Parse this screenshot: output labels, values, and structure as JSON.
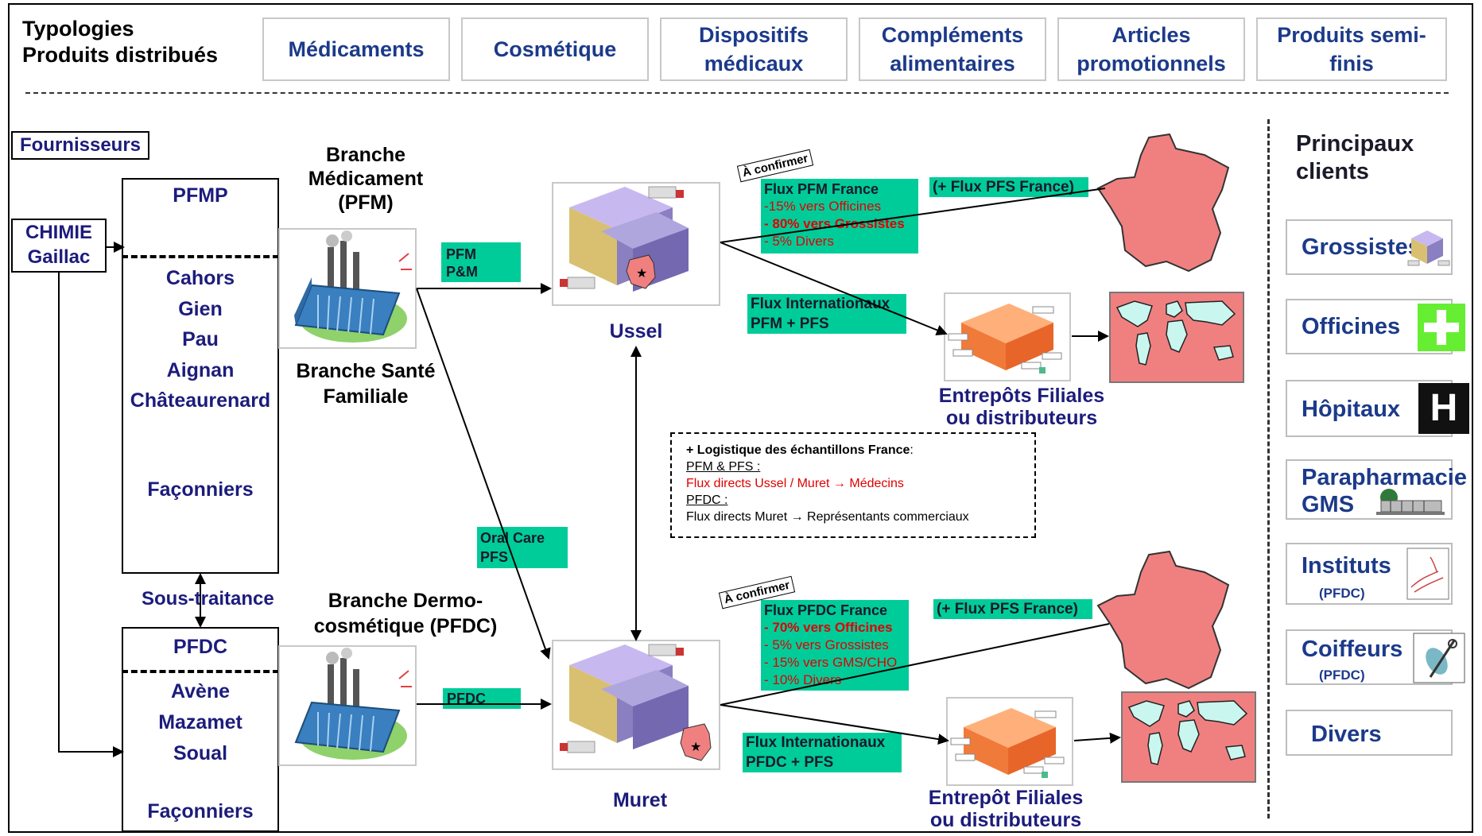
{
  "header": {
    "title_line1": "Typologies",
    "title_line2": "Produits distribués",
    "categories": [
      "Médicaments",
      "Cosmétique",
      "Dispositifs\nmédicaux",
      "Compléments\nalimentaires",
      "Articles\npromotionnels",
      "Produits semi-finis"
    ]
  },
  "suppliers": {
    "label": "Fournisseurs",
    "chimie_line1": "CHIMIE",
    "chimie_line2": "Gaillac",
    "pfmp": "PFMP",
    "pfmp_sites": [
      "Cahors",
      "Gien",
      "Pau",
      "Aignan",
      "Châteaurenard"
    ],
    "faconniers": "Façonniers",
    "sous_traitance": "Sous-traitance",
    "pfdc": "PFDC",
    "pfdc_sites": [
      "Avène",
      "Mazamet",
      "Soual"
    ]
  },
  "branches": {
    "pfm_line1": "Branche",
    "pfm_line2": "Médicament",
    "pfm_line3": "(PFM)",
    "pfs_line1": "Branche Santé",
    "pfs_line2": "Familiale",
    "pfdc_line1": "Branche Dermo-",
    "pfdc_line2": "cosmétique (PFDC)"
  },
  "flow_tags": {
    "pfm_pm_line1": "PFM",
    "pfm_pm_line2": "P&M",
    "oral_care_line1": "Oral Care",
    "oral_care_line2": "PFS",
    "pfdc": "PFDC"
  },
  "warehouses": {
    "ussel": "Ussel",
    "muret": "Muret"
  },
  "ussel_flows": {
    "a_confirmer": "À confirmer",
    "france_title": "Flux PFM France",
    "france_lines": [
      "-15% vers Officines",
      "- 80% vers Grossistes",
      "- 5% Divers"
    ],
    "pfs_france": "(+ Flux PFS France)",
    "intl_line1": "Flux Internationaux",
    "intl_line2": "PFM + PFS",
    "entrepots_line1": "Entrepôts Filiales",
    "entrepots_line2": "ou distributeurs"
  },
  "muret_flows": {
    "a_confirmer": "À confirmer",
    "france_title": "Flux PFDC France",
    "france_lines": [
      "- 70% vers Officines",
      "- 5% vers Grossistes",
      "- 15% vers GMS/CHO",
      "- 10% Divers"
    ],
    "pfs_france": "(+ Flux PFS France)",
    "intl_line1": "Flux Internationaux",
    "intl_line2": "PFDC + PFS",
    "entrepot_line1": "Entrepôt Filiales",
    "entrepot_line2": "ou distributeurs"
  },
  "samples_note": {
    "title": "+ Logistique des échantillons France",
    "colon": ":",
    "pfm_pfs": "PFM & PFS :",
    "pfm_pfs_text": "Flux directs Ussel / Muret → Médecins",
    "pfdc": "PFDC :",
    "pfdc_text": "Flux directs Muret → Représentants commerciaux"
  },
  "clients": {
    "title_line1": "Principaux",
    "title_line2": "clients",
    "items": [
      {
        "label": "Grossistes",
        "sub": ""
      },
      {
        "label": "Officines",
        "sub": ""
      },
      {
        "label": "Hôpitaux",
        "sub": ""
      },
      {
        "label": "Parapharmacie\nGMS",
        "sub": ""
      },
      {
        "label": "Instituts",
        "sub": "(PFDC)"
      },
      {
        "label": "Coiffeurs",
        "sub": "(PFDC)"
      },
      {
        "label": "Divers",
        "sub": ""
      }
    ],
    "hopital_letter": "H"
  },
  "colors": {
    "flow_green": "#00cc99",
    "label_navy": "#1c1c7c",
    "france_pink": "#f08080",
    "world_pink": "#f08080",
    "warehouse_purple": "#8a7fc0",
    "alert_red": "#e00000"
  }
}
